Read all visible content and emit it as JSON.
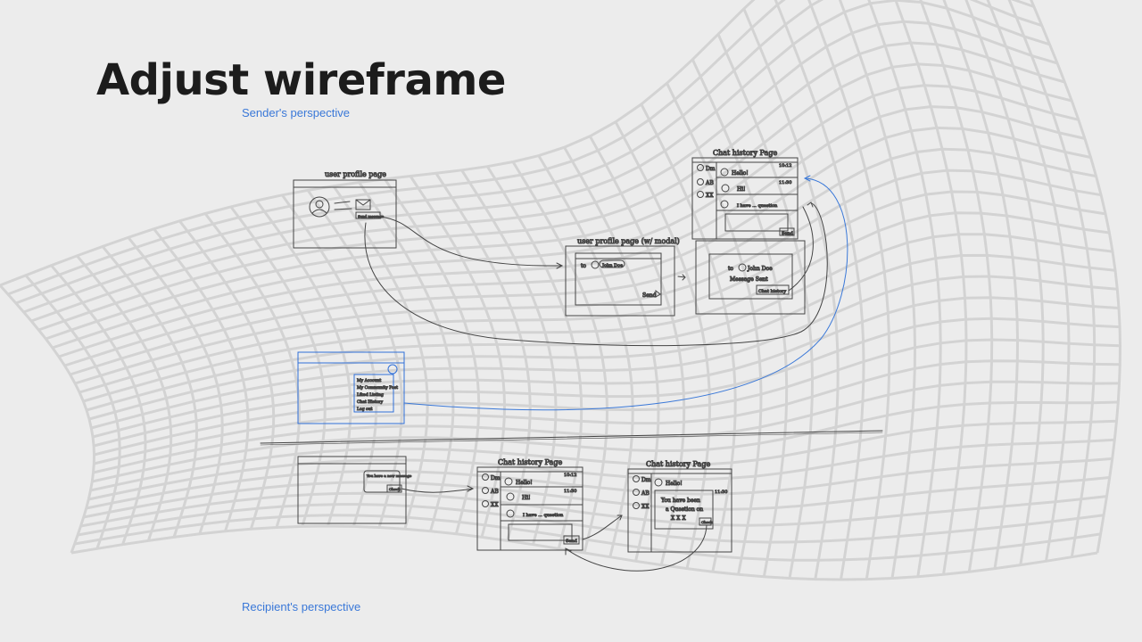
{
  "page": {
    "title": "Adjust wireframe",
    "sender_label": "Sender's  perspective",
    "recipient_label": "Recipient's  perspective"
  },
  "sketch": {
    "user_profile_page": "user profile page",
    "user_profile_modal": "user profile page  (w/ modal)",
    "chat_history_page": "Chat  history  Page",
    "send": "Send",
    "chat_history": "Chat history",
    "send_message": "Send message",
    "to": "to",
    "recipient_name": "John Doe",
    "message_sent": "Message  Sent",
    "chat_names": [
      "Dm",
      "AB",
      "XX"
    ],
    "chat_msgs": [
      "Hello!",
      "Hi!",
      "I have ... question"
    ],
    "chat_times": [
      "10:12",
      "11:30",
      ""
    ],
    "menu_items": [
      "My Account",
      "My Community Post",
      "Liked Listing",
      "Chat History",
      "Log out"
    ],
    "notification": "You have a new message",
    "check": "Check",
    "question_text": [
      "You have  been",
      "a  Question  on",
      "X X X"
    ]
  },
  "colors": {
    "accent": "#3a78d8",
    "sketch": "#444444",
    "sketch_blue": "#2f6fd8"
  }
}
